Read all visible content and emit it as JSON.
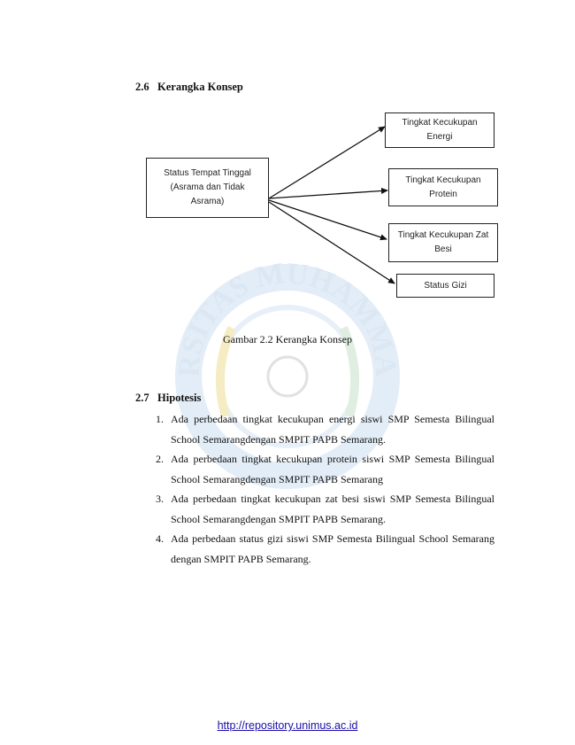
{
  "section_26": {
    "number": "2.6",
    "title": "Kerangka Konsep"
  },
  "diagram": {
    "source": "Status Tempat Tinggal\n(Asrama dan Tidak\nAsrama)",
    "targets": [
      "Tingkat Kecukupan\nEnergi",
      "Tingkat Kecukupan\nProtein",
      "Tingkat Kecukupan Zat\nBesi",
      "Status Gizi"
    ]
  },
  "caption": "Gambar 2.2 Kerangka Konsep",
  "section_27": {
    "number": "2.7",
    "title": "Hipotesis"
  },
  "hypotheses": [
    {
      "num": "1.",
      "text": "Ada perbedaan tingkat kecukupan energi siswi SMP Semesta Bilingual School Semarangdengan SMPIT PAPB Semarang."
    },
    {
      "num": "2.",
      "text": "Ada perbedaan tingkat kecukupan protein siswi SMP Semesta Bilingual School Semarangdengan SMPIT PAPB Semarang"
    },
    {
      "num": "3.",
      "text": "Ada perbedaan tingkat kecukupan zat besi siswi SMP Semesta Bilingual School Semarangdengan SMPIT PAPB Semarang."
    },
    {
      "num": "4.",
      "text": "Ada perbedaan status gizi siswi SMP Semesta Bilingual School Semarang  dengan SMPIT PAPB Semarang."
    }
  ],
  "footer": {
    "link": "http://repository.unimus.ac.id"
  },
  "watermark": {
    "text": "UNIVERSITAS MUHAMMADIYAH",
    "color": "#cfe0f0",
    "accent": "#f3e6a8"
  }
}
